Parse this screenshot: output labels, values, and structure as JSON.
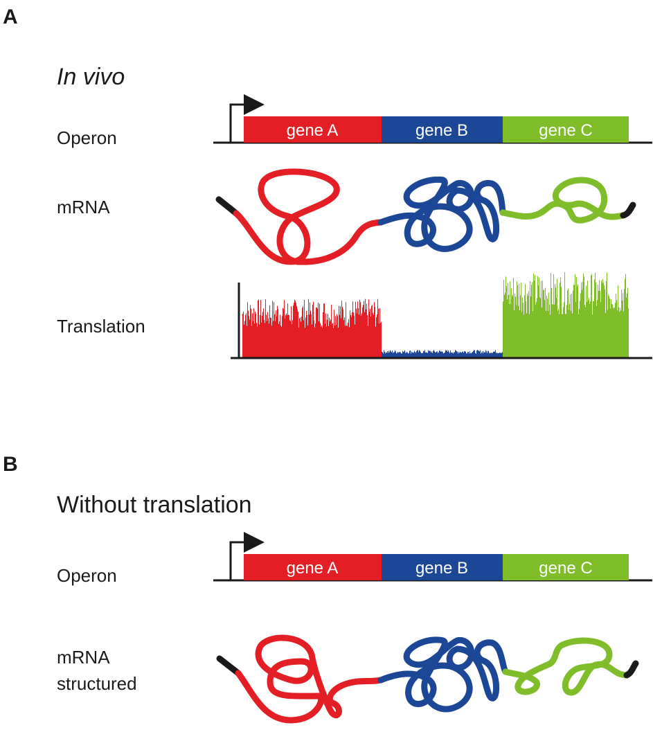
{
  "colors": {
    "gene_a": "#e31e24",
    "gene_b": "#1c4696",
    "gene_c": "#7fbd2b",
    "tail": "#1a1a1a"
  },
  "panel_a": {
    "label": "A",
    "title": "In vivo",
    "operon_label": "Operon",
    "genes": [
      "gene A",
      "gene B",
      "gene C"
    ],
    "mrna_label": "mRNA",
    "translation_label": "Translation",
    "translation_relative_levels": {
      "gene_a": 0.55,
      "gene_b": 0.07,
      "gene_c": 0.8
    }
  },
  "panel_b": {
    "label": "B",
    "title": "Without translation",
    "operon_label": "Operon",
    "genes": [
      "gene A",
      "gene B",
      "gene C"
    ],
    "mrna_label_line1": "mRNA",
    "mrna_label_line2": "structured"
  }
}
